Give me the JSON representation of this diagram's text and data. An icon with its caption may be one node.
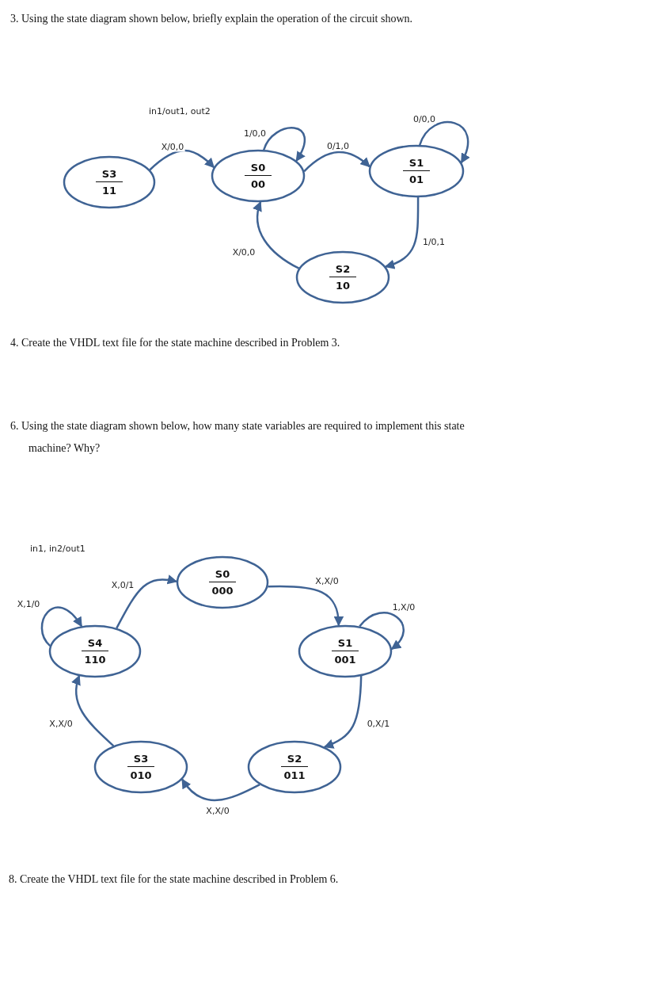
{
  "diagram": {
    "nodes": [
      {
        "text": [
          "S3",
          "11"
        ]
      },
      {
        "text": [
          "S0",
          "00"
        ]
      },
      {
        "text": [
          "S1",
          "01"
        ]
      },
      {
        "text": [
          "S2",
          "10"
        ]
      },
      {
        "text": [
          "S0",
          "000"
        ]
      },
      {
        "text": [
          "S4",
          "110"
        ]
      },
      {
        "text": [
          "S1",
          "001"
        ]
      },
      {
        "text": [
          "S3",
          "010"
        ]
      },
      {
        "text": [
          "S2",
          "011"
        ]
      }
    ],
    "edges": [
      {
        "from": 0,
        "to": 1,
        "arrow": "to",
        "label": "X/0,0"
      },
      {
        "from": 1,
        "to": 1,
        "arrow": "to",
        "label": "1/0,0"
      },
      {
        "from": 1,
        "to": 2,
        "arrow": "to",
        "label": "0/1,0"
      },
      {
        "from": 2,
        "to": 2,
        "arrow": "to",
        "label": "0/0,0"
      },
      {
        "from": 2,
        "to": 3,
        "arrow": "to",
        "label": "1/0,1"
      },
      {
        "from": 3,
        "to": 1,
        "arrow": "to",
        "label": "X/0,0"
      },
      {
        "from": 5,
        "to": 4,
        "arrow": "to",
        "label": "X,0/1"
      },
      {
        "from": 4,
        "to": 6,
        "arrow": "to",
        "label": "X,X/0"
      },
      {
        "from": 6,
        "to": 6,
        "arrow": "to",
        "label": "1,X/0"
      },
      {
        "from": 5,
        "to": 5,
        "arrow": "to",
        "label": "X,1/0"
      },
      {
        "from": 6,
        "to": 8,
        "arrow": "to",
        "label": "0,X/1"
      },
      {
        "from": 8,
        "to": 7,
        "arrow": "to",
        "label": "X,X/0"
      },
      {
        "from": 7,
        "to": 5,
        "arrow": "to",
        "label": "X,X/0"
      }
    ],
    "labels": [
      "3. Using the state diagram shown below, briefly explain the operation of the circuit shown.",
      "in1/out1, out2",
      "4. Create the VHDL text file for the state machine described in Problem 3.",
      "6. Using the state diagram shown below, how many state variables are required to implement this state machine? Why?",
      "in1, in2/out1",
      "8. Create the VHDL text file for the state machine described in Problem 6."
    ]
  }
}
